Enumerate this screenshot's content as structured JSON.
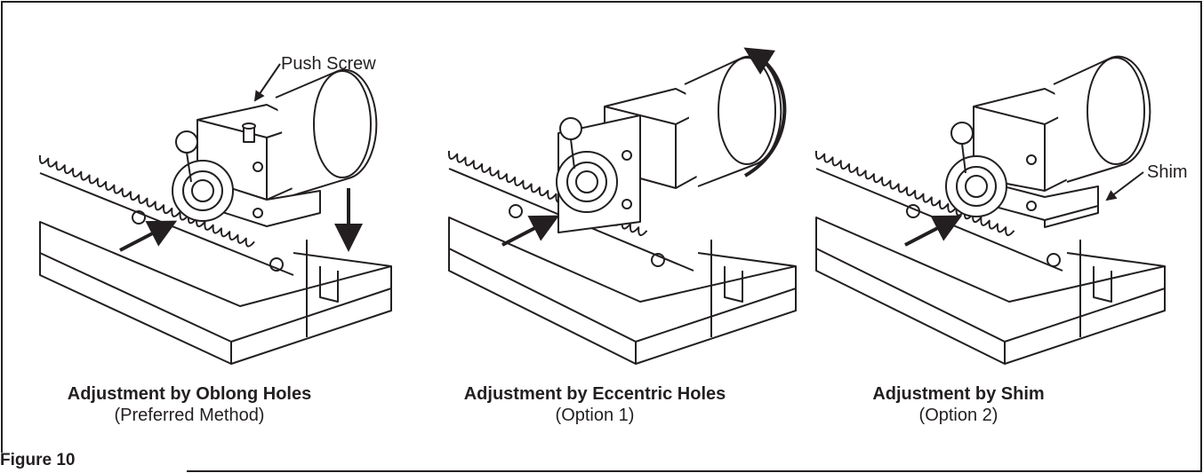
{
  "panels": [
    {
      "title": "Adjustment by Oblong Holes",
      "subtitle": "(Preferred Method)"
    },
    {
      "title": "Adjustment by Eccentric Holes",
      "subtitle": "(Option 1)"
    },
    {
      "title": "Adjustment by Shim",
      "subtitle": "(Option 2)"
    }
  ],
  "callouts": {
    "push_screw": "Push Screw",
    "shim": "Shim"
  },
  "figure_label": "Figure 10",
  "colors": {
    "ink": "#231f20",
    "frame": "#231f20",
    "background": "#ffffff"
  }
}
